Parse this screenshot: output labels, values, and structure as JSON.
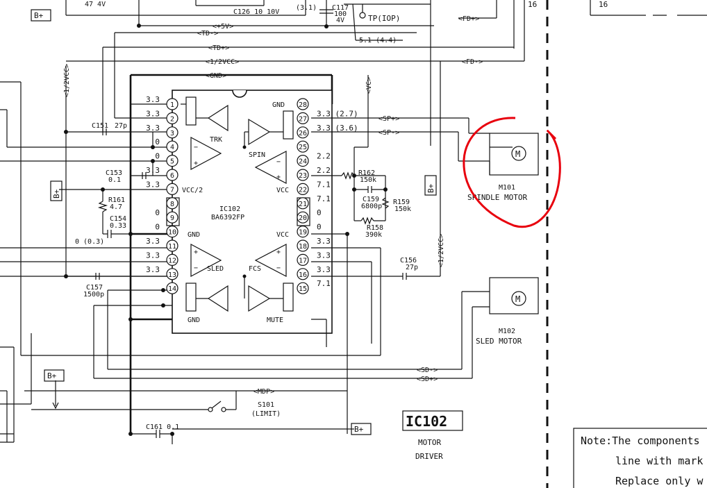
{
  "header_labels": {
    "cap_c113": "47 4V",
    "c126": "C126 10 10V",
    "v31": "(3.1)",
    "c117": "C117",
    "c117_val": "100",
    "c117_v": "4V",
    "tp": "TP(IOP)",
    "fd_plus": "<FD+>",
    "num16a": "16",
    "num16b": "16",
    "v51": "5.1 (4.4)"
  },
  "bus_labels": {
    "bplus_top": "B+",
    "p5v": "<+5V>",
    "td_minus": "<TD->",
    "td_plus": "<TD+>",
    "half_vcc": "<1/2VCC>",
    "gnd": "<GND>",
    "half_vcc_left": "<1/2VCC>",
    "vc": "<VC>",
    "fd_minus": "<FD->",
    "sp_plus": "<SP+>",
    "sp_minus": "<SP->",
    "half_vcc_right": "<1/2VCC>",
    "sd_minus": "<SD->",
    "sd_plus": "<SD+>",
    "mdp": "<MDP>",
    "bplus_left": "B+",
    "bplus_mid": "B+",
    "bplus_bottom_left": "B+",
    "bplus_bottom": "B+"
  },
  "ic": {
    "designator": "IC102",
    "part": "BA6392FP",
    "vcc2": "VCC/2",
    "gnd_top": "GND",
    "gnd_8": "GND",
    "gnd_14": "GND",
    "vcc_22": "VCC",
    "vcc_21": "VCC",
    "trk": "TRK",
    "spin": "SPIN",
    "sled": "SLED",
    "fcs": "FCS",
    "mute": "MUTE",
    "pins_left": [
      "1",
      "2",
      "3",
      "4",
      "5",
      "6",
      "7",
      "8",
      "9",
      "10",
      "11",
      "12",
      "13",
      "14"
    ],
    "pins_right": [
      "28",
      "27",
      "26",
      "25",
      "24",
      "23",
      "22",
      "21",
      "20",
      "19",
      "18",
      "17",
      "16",
      "15"
    ],
    "volt_left": [
      "3.3",
      "3.3",
      "3.3",
      "0",
      "0",
      "3.3",
      "3.3",
      "",
      "0",
      "0",
      "3.3",
      "3.3",
      "3.3",
      ""
    ],
    "volt_right": [
      "",
      "3.3 (2.7)",
      "3.3 (3.6)",
      "",
      "2.2",
      "2.2",
      "7.1",
      "7.1",
      "0",
      "0",
      "3.3",
      "3.3",
      "3.3",
      "7.1"
    ]
  },
  "components": {
    "c151": "C151",
    "c151_val": "27p",
    "c153": "C153",
    "c153_val": "0.1",
    "r161": "R161",
    "r161_val": "4.7",
    "c154": "C154",
    "c154_val": "0.33",
    "v0_03": "0 (0.3)",
    "c157": "C157",
    "c157_val": "1500p",
    "r162": "R162",
    "r162_val": "150k",
    "c159": "C159",
    "c159_val": "6800p",
    "r159": "R159",
    "r159_val": "150k",
    "r158": "R158",
    "r158_val": "390k",
    "c156": "C156",
    "c156_val": "27p",
    "s101": "S101",
    "s101_desc": "(LIMIT)",
    "c161": "C161 0.1"
  },
  "motors": {
    "m101": "M101",
    "m101_desc": "SPINDLE MOTOR",
    "m102": "M102",
    "m102_desc": "SLED MOTOR",
    "symbol": "M"
  },
  "title_block": {
    "ref": "IC102",
    "line1": "MOTOR",
    "line2": "DRIVER"
  },
  "note": {
    "line1": "Note:The components",
    "line2": "line with mark",
    "line3": "Replace only w"
  }
}
